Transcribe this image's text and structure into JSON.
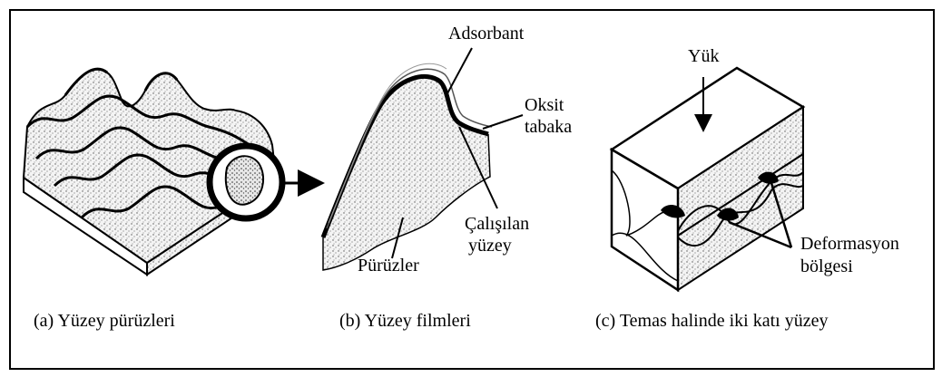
{
  "panel_a": {
    "caption": "(a) Yüzey pürüzleri"
  },
  "panel_b": {
    "caption": "(b) Yüzey filmleri",
    "labels": {
      "adsorbant": "Adsorbant",
      "oksit_line1": "Oksit",
      "oksit_line2": "tabaka",
      "calisilan_line1": "Çalışılan",
      "calisilan_line2": "yüzey",
      "puruzler": "Pürüzler"
    }
  },
  "panel_c": {
    "caption": "(c) Temas halinde iki katı yüzey",
    "labels": {
      "yuk": "Yük",
      "deformasyon_line1": "Deformasyon",
      "deformasyon_line2": "bölgesi"
    }
  }
}
